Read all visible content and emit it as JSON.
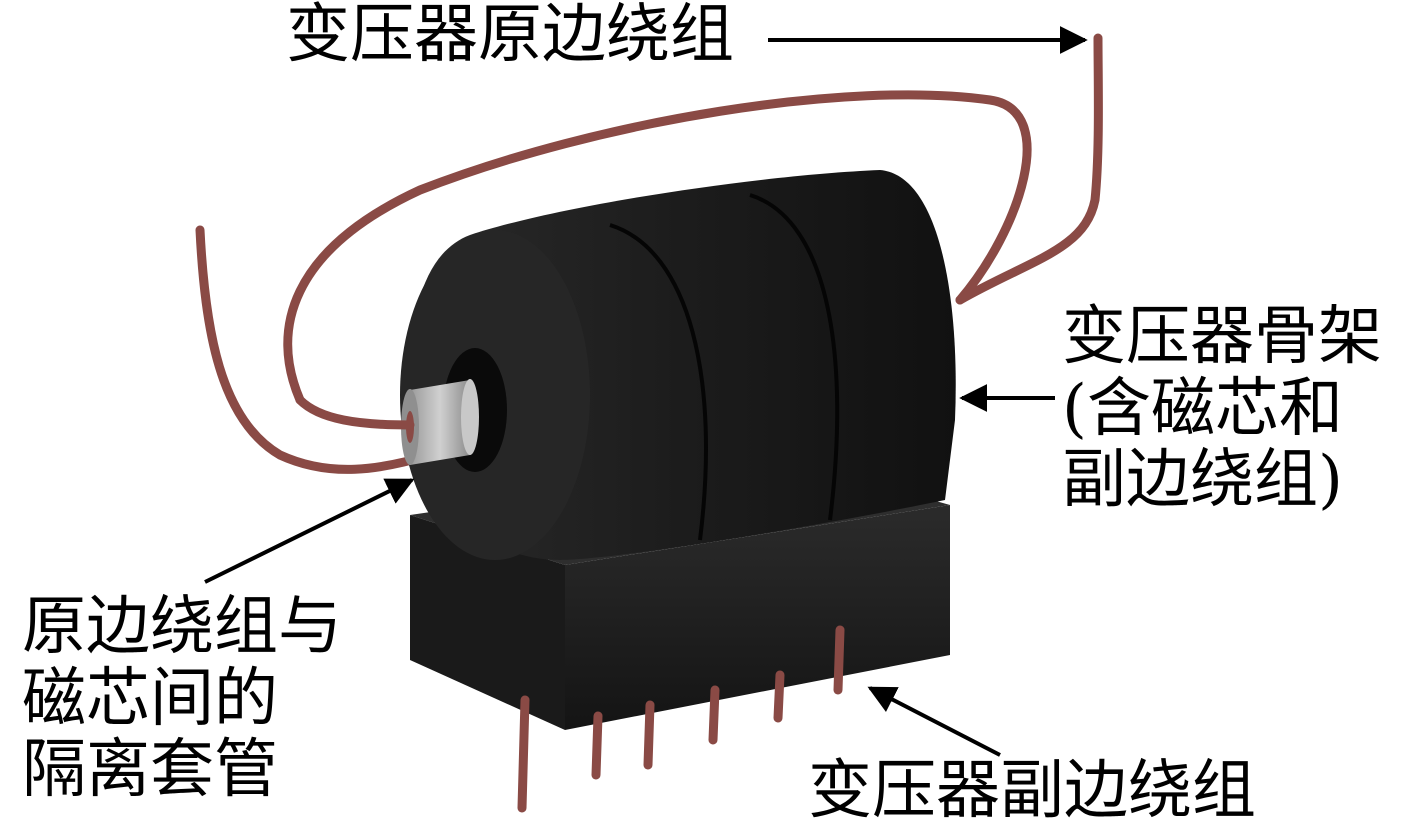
{
  "labels": {
    "primary_winding": "变压器原边绕组",
    "bobbin": [
      "变压器骨架",
      "(含磁芯和",
      "副边绕组)"
    ],
    "sleeve": [
      "原边绕组与",
      "磁芯间的",
      "隔离套管"
    ],
    "secondary_winding": "变压器副边绕组"
  },
  "colors": {
    "background": "#ffffff",
    "bobbin_body": "#1f1f1f",
    "wire": "#8a4a45",
    "sleeve": "#b8b8b8",
    "arrow": "#000000"
  },
  "pin_count": 6
}
